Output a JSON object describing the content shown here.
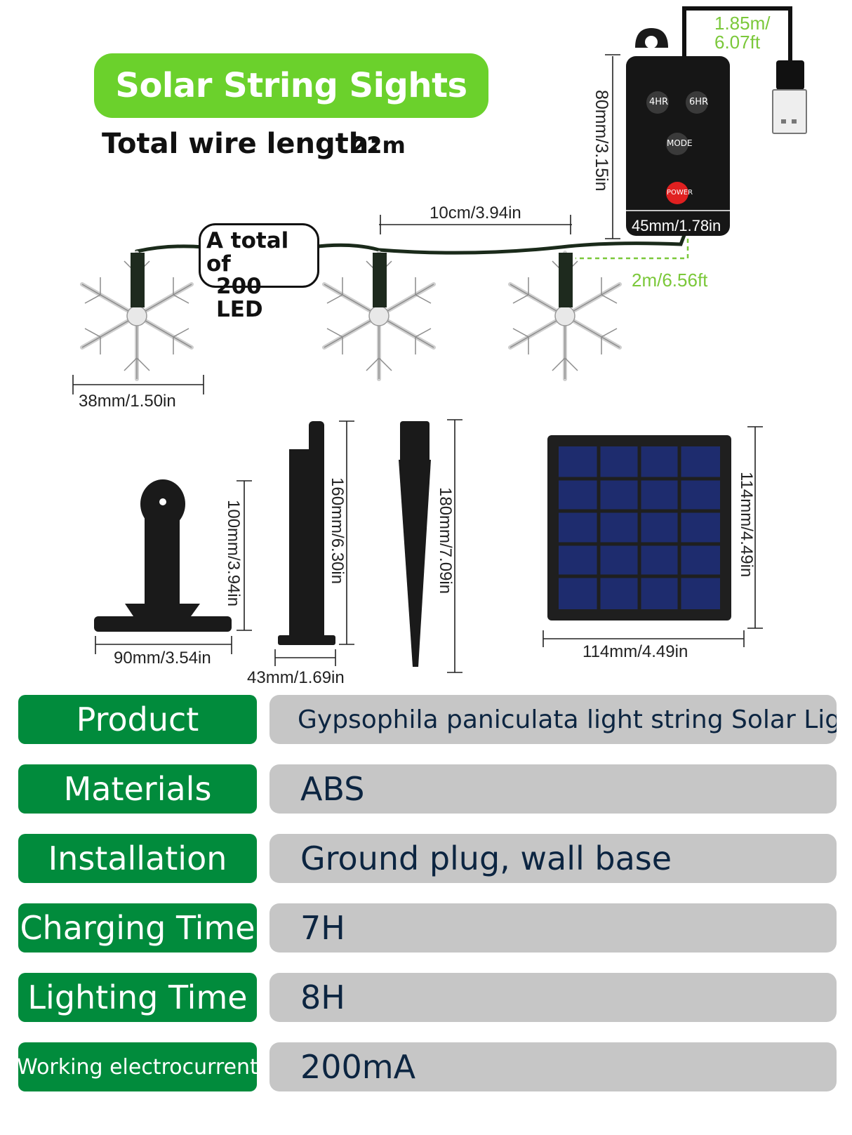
{
  "header": {
    "title": "Solar String Sights",
    "wire_label": "Total wire length:",
    "wire_value": "22m"
  },
  "led_badge": {
    "line1": "A total of",
    "line2_num": "200",
    "line2_unit": "LED"
  },
  "dimensions": {
    "usb_cable": "1.85m/\n6.07ft",
    "controller_height": "80mm/3.15in",
    "controller_width": "45mm/1.78in",
    "led_spacing": "10cm/3.94in",
    "lead_wire": "2m/6.56ft",
    "snowflake_width": "38mm/1.50in",
    "base_height": "100mm/3.94in",
    "base_width": "90mm/3.54in",
    "pole_height": "160mm/6.30in",
    "pole_width": "43mm/1.69in",
    "stake_height": "180mm/7.09in",
    "panel_height": "114mm/4.49in",
    "panel_width": "114mm/4.49in"
  },
  "controller": {
    "btn_4hr": "4HR",
    "btn_6hr": "6HR",
    "btn_mode": "MODE",
    "btn_power": "POWER"
  },
  "specs": [
    {
      "label": "Product",
      "value": "Gypsophila paniculata light string Solar Light"
    },
    {
      "label": "Materials",
      "value": "ABS"
    },
    {
      "label": "Installation",
      "value": "Ground plug, wall base"
    },
    {
      "label": "Charging Time",
      "value": "7H"
    },
    {
      "label": "Lighting Time",
      "value": "8H"
    },
    {
      "label": "Working electrocurrent",
      "value": "200mA"
    }
  ],
  "colors": {
    "accent_green": "#6bd12c",
    "label_green": "#018b3c",
    "value_gray": "#c6c6c6",
    "dim_green": "#7bc83a"
  }
}
